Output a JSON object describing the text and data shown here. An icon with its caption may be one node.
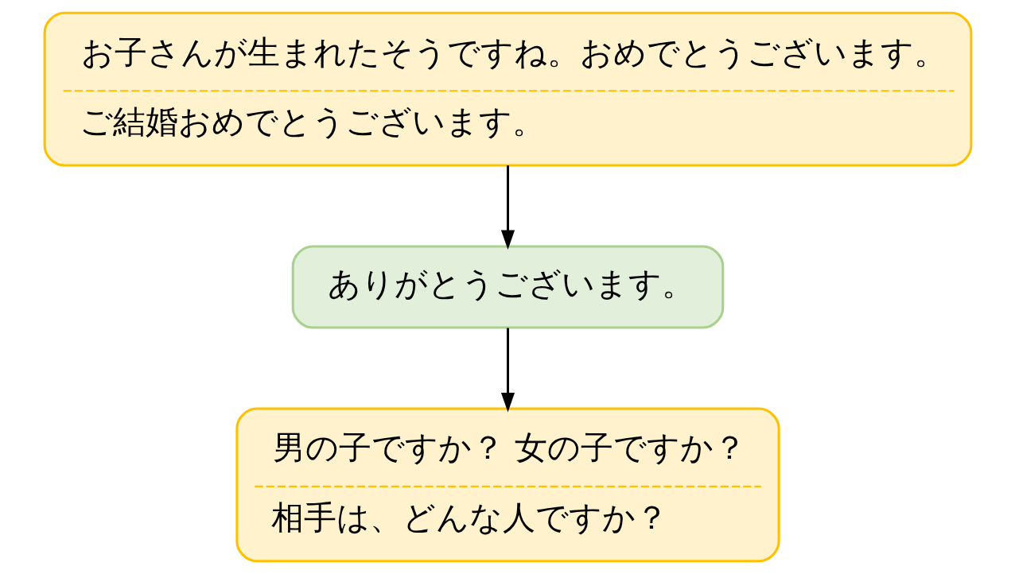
{
  "diagram": {
    "nodes": [
      {
        "text": [
          "お子さんが生まれたそうですね。おめでとうございます。",
          "ご結婚おめでとうございます。"
        ]
      },
      {
        "text": [
          "ありがとうございます。"
        ]
      },
      {
        "text": [
          "男の子ですか？ 女の子ですか？",
          "相手は、どんな人ですか？"
        ]
      }
    ],
    "edges": [
      {
        "from": 0,
        "to": 1,
        "arrow": "to"
      },
      {
        "from": 1,
        "to": 2,
        "arrow": "to"
      }
    ]
  }
}
